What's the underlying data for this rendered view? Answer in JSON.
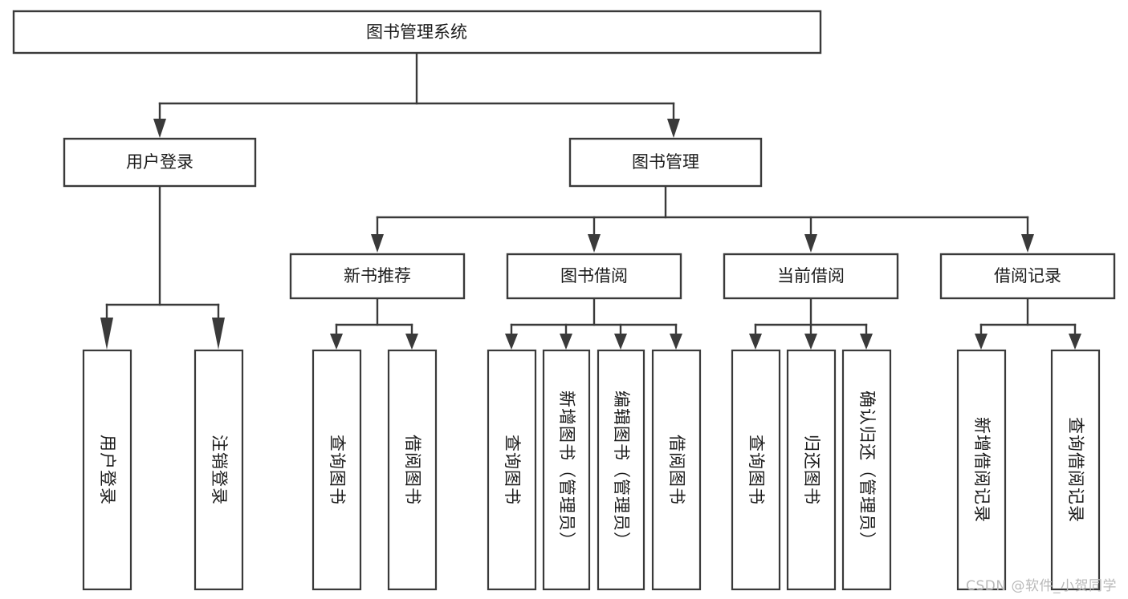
{
  "diagram": {
    "title": "图书管理系统",
    "watermark": "CSDN @软件_小贺同学",
    "root": {
      "label": "图书管理系统"
    },
    "level1": [
      {
        "label": "用户登录"
      },
      {
        "label": "图书管理"
      }
    ],
    "level2": [
      {
        "label": "新书推荐"
      },
      {
        "label": "图书借阅"
      },
      {
        "label": "当前借阅"
      },
      {
        "label": "借阅记录"
      }
    ],
    "leaves": {
      "user_login": [
        {
          "label": "用户登录"
        },
        {
          "label": "注销登录"
        }
      ],
      "new_book_recommend": [
        {
          "label": "查询图书"
        },
        {
          "label": "借阅图书"
        }
      ],
      "book_borrow": [
        {
          "label": "查询图书"
        },
        {
          "label": "新增图书（管理员）"
        },
        {
          "label": "编辑图书（管理员）"
        },
        {
          "label": "借阅图书"
        }
      ],
      "current_borrow": [
        {
          "label": "查询图书"
        },
        {
          "label": "归还图书"
        },
        {
          "label": "确认归还（管理员）"
        }
      ],
      "borrow_record": [
        {
          "label": "新增借阅记录"
        },
        {
          "label": "查询借阅记录"
        }
      ]
    },
    "colors": {
      "stroke": "#3a3a3a",
      "fill": "#ffffff",
      "text": "#1b1b1b",
      "watermark": "#b9b9b9"
    }
  }
}
